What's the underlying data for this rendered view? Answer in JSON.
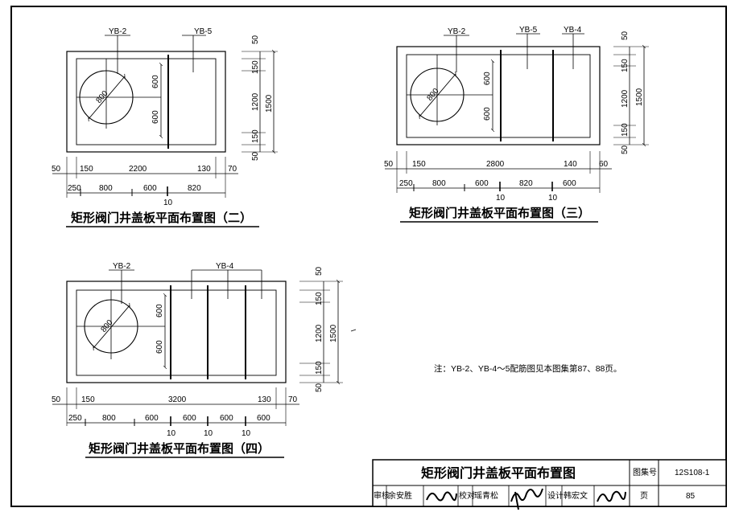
{
  "sheet": {
    "note": "注：YB-2、YB-4～5配筋图见本图集第87、88页。"
  },
  "plan2": {
    "caption": "矩形阀门井盖板平面布置图（二）",
    "labels": {
      "circle": "YB-2",
      "slab": "YB-5",
      "diameter": "800"
    },
    "dims_top_row": [
      "50",
      "150",
      "2200",
      "130",
      "70"
    ],
    "dims_bottom_row": [
      "250",
      "800",
      "600",
      "820"
    ],
    "gap_label": "10",
    "left_dims": [
      "600",
      "600"
    ],
    "right_inner": [
      "50",
      "150",
      "1200",
      "150",
      "50"
    ],
    "right_total": "1500"
  },
  "plan3": {
    "caption": "矩形阀门井盖板平面布置图（三）",
    "labels": {
      "circle": "YB-2",
      "slab1": "YB-5",
      "slab2": "YB-4",
      "diameter": "800"
    },
    "dims_top_row": [
      "50",
      "150",
      "2800",
      "140",
      "60"
    ],
    "dims_bottom_row": [
      "250",
      "800",
      "600",
      "820",
      "600"
    ],
    "gap_labels": [
      "10",
      "10"
    ],
    "left_dims": [
      "600",
      "600"
    ],
    "right_inner": [
      "50",
      "150",
      "1200",
      "150",
      "50"
    ],
    "right_total": "1500"
  },
  "plan4": {
    "caption": "矩形阀门井盖板平面布置图（四）",
    "labels": {
      "circle": "YB-2",
      "slab": "YB-4",
      "diameter": "800"
    },
    "dims_top_row": [
      "50",
      "150",
      "3200",
      "130",
      "70"
    ],
    "dims_bottom_row": [
      "250",
      "800",
      "600",
      "600",
      "600",
      "600"
    ],
    "gap_labels": [
      "10",
      "10",
      "10"
    ],
    "left_dims": [
      "600",
      "600"
    ],
    "right_inner": [
      "50",
      "150",
      "1200",
      "150",
      "50"
    ],
    "right_total": "1500"
  },
  "title_block": {
    "title": "矩形阀门井盖板平面布置图",
    "atlas_label": "图集号",
    "atlas_no": "12S108-1",
    "page_label": "页",
    "page_no": "85",
    "review_label": "审核",
    "review_name": "余安胜",
    "check_label": "校对",
    "check_name": "瑶青松",
    "design_label": "设计",
    "design_name": "韩宏文"
  }
}
